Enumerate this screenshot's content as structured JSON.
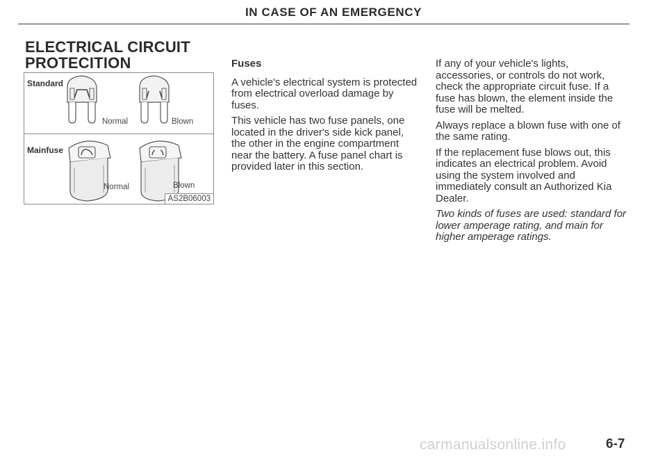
{
  "header": {
    "running_title": "IN CASE OF AN EMERGENCY"
  },
  "section": {
    "title": "ELECTRICAL CIRCUIT PROTECITION"
  },
  "figure": {
    "row1_label": "Standard",
    "row2_label": "Mainfuse",
    "normal_label": "Normal",
    "blown_label": "Blown",
    "code": "AS2B06003"
  },
  "fuses": {
    "heading": "Fuses",
    "para1": "A vehicle's electrical system is protected from electrical overload damage by fuses.",
    "para2": "This vehicle has two fuse panels, one located in the driver's side kick panel, the other in the engine compartment near the battery. A fuse panel chart is provided later in this section."
  },
  "right_column": {
    "para1": "If any of your vehicle's lights, accessories, or controls do not work, check the appropriate circuit fuse. If a fuse has blown, the element inside the fuse will be melted.",
    "para2": "Always replace a blown fuse with one of the same rating.",
    "para3": "If the replacement fuse blows out, this indicates an electrical problem. Avoid using the system involved and immediately consult an Authorized Kia Dealer.",
    "para4": "Two kinds of fuses are used: standard for lower amperage rating, and main for higher amperage ratings."
  },
  "footer": {
    "page_number": "6-7",
    "watermark": "carmanualsonline.info"
  }
}
